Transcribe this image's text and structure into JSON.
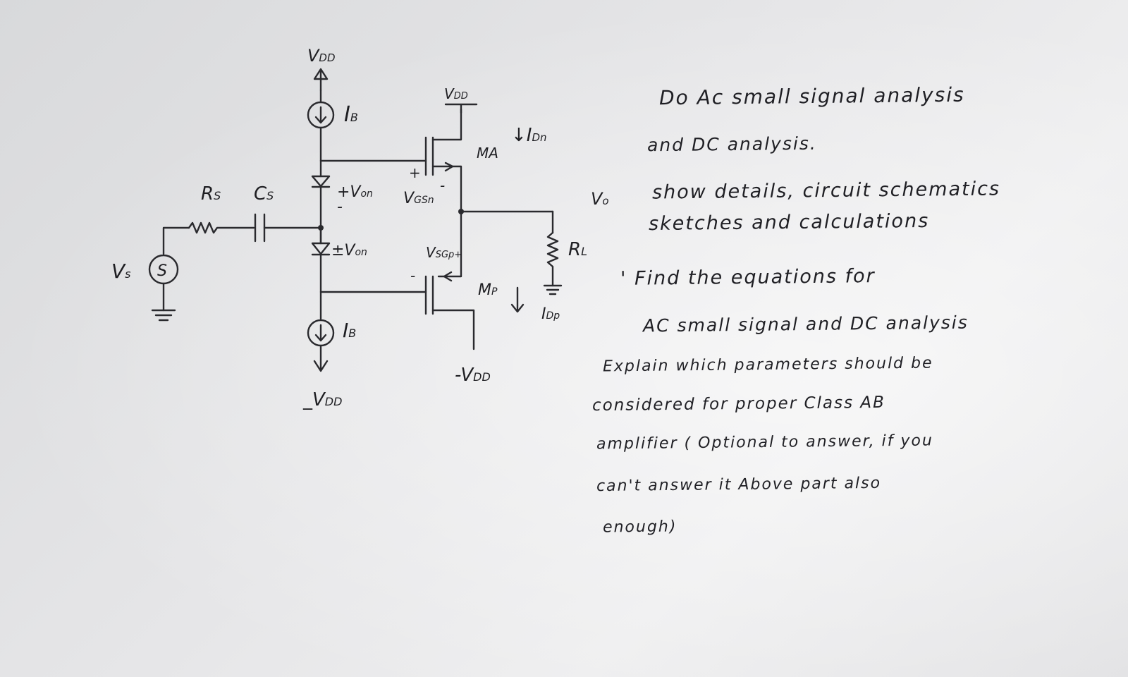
{
  "circuit": {
    "labels": {
      "vdd_top": "V",
      "vdd_top_sub": "DD",
      "vdd_mn": "V",
      "vdd_mn_sub": "DD",
      "vdd_bottom_left": "_V",
      "vdd_bottom_left_sub": "DD",
      "vdd_mp": "-V",
      "vdd_mp_sub": "DD",
      "ib_top": "I",
      "ib_top_sub": "B",
      "ib_bottom": "I",
      "ib_bottom_sub": "B",
      "rs": "R",
      "rs_sub": "S",
      "cs": "C",
      "cs_sub": "S",
      "vs": "V",
      "vs_sub": "s",
      "source_symbol": "S",
      "von_top": "+V",
      "von_top_sub": "on",
      "von_top_minus": "-",
      "von_bottom": "±V",
      "von_bottom_sub": "on",
      "vgsn": "V",
      "vgsn_sub": "GSn",
      "vgsn_plus": "+",
      "vgsn_minus": "-",
      "vsgp": "V",
      "vsgp_sub": "SGp+",
      "vsgp_minus": "-",
      "mn": "MA",
      "mp": "M",
      "mp_sub": "P",
      "idn": "↓I",
      "idn_sub": "Dn",
      "idp": "I",
      "idp_sub": "Dp",
      "vo": "V",
      "vo_sub": "o",
      "rl": "R",
      "rl_sub": "L"
    }
  },
  "question": {
    "lines": [
      "Do  Ac  small  signal  analysis",
      "and  DC  analysis.",
      "show  details,  circuit  schematics",
      "sketches  and  calculations",
      "' Find  the  equations  for",
      "AC  small  signal  and  DC  analysis",
      "Explain  which  parameters  should  be",
      "considered  for  proper  Class  AB",
      "amplifier  ( Optional  to  answer, if  you",
      "can't  answer  it   Above  part  also",
      "enough)"
    ]
  }
}
